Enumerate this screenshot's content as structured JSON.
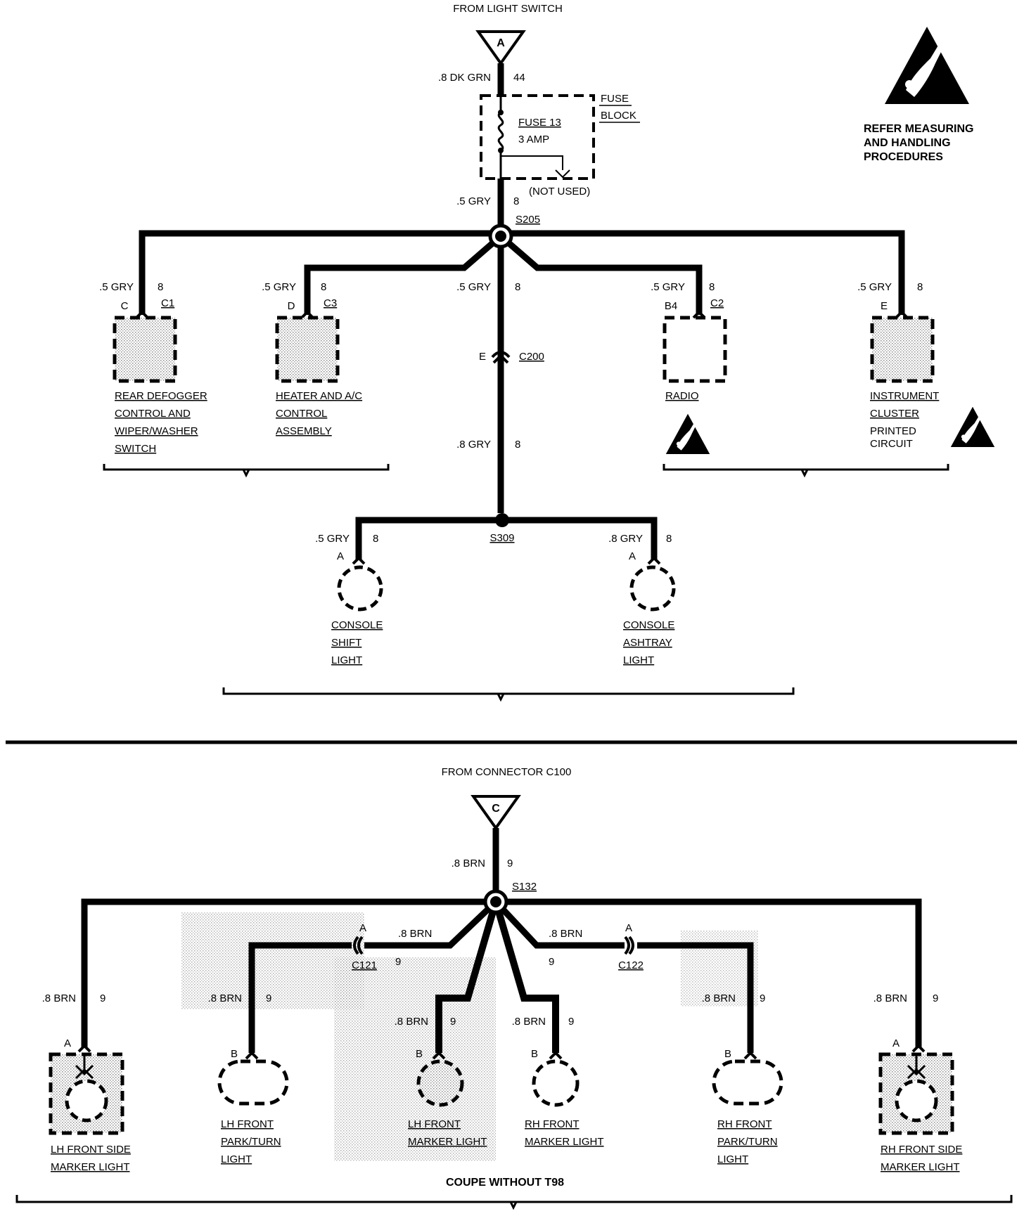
{
  "top": {
    "source_label": "FROM LIGHT SWITCH",
    "connector_letter": "A",
    "feed_wire": ".8 DK GRN",
    "feed_circuit": "44",
    "fuse_block": [
      "FUSE",
      "BLOCK"
    ],
    "fuse_name": "FUSE 13",
    "fuse_rating": "3 AMP",
    "not_used": "(NOT USED)",
    "out_wire": ".5 GRY",
    "out_circuit": "8",
    "splice_main": "S205",
    "esd_note": [
      "REFER MEASURING",
      "AND HANDLING",
      "PROCEDURES"
    ],
    "branches": {
      "rear_defogger": {
        "wire": ".5 GRY",
        "circuit": "8",
        "pin": "C",
        "connector": "C1",
        "name": [
          "REAR DEFOGGER",
          "CONTROL AND",
          "WIPER/WASHER",
          "SWITCH"
        ]
      },
      "heater": {
        "wire": ".5 GRY",
        "circuit": "8",
        "pin": "D",
        "connector": "C3",
        "name": [
          "HEATER AND A/C",
          "CONTROL",
          "ASSEMBLY"
        ]
      },
      "center": {
        "wire": ".5 GRY",
        "circuit": "8",
        "pin": "E",
        "connector": "C200",
        "wire2": ".8 GRY",
        "circuit2": "8"
      },
      "radio": {
        "wire": ".5 GRY",
        "circuit": "8",
        "pin": "B4",
        "connector": "C2",
        "name": [
          "RADIO"
        ]
      },
      "cluster": {
        "wire": ".5 GRY",
        "circuit": "8",
        "pin": "E",
        "name": [
          "INSTRUMENT",
          "CLUSTER",
          "PRINTED",
          "CIRCUIT"
        ]
      }
    },
    "splice_lower": "S309",
    "console_shift": {
      "wire": ".5 GRY",
      "circuit": "8",
      "pin": "A",
      "name": [
        "CONSOLE",
        "SHIFT",
        "LIGHT"
      ]
    },
    "console_ashtray": {
      "wire": ".8 GRY",
      "circuit": "8",
      "pin": "A",
      "name": [
        "CONSOLE",
        "ASHTRAY",
        "LIGHT"
      ]
    }
  },
  "bottom": {
    "source_label": "FROM CONNECTOR C100",
    "connector_letter": "C",
    "feed_wire": ".8 BRN",
    "feed_circuit": "9",
    "splice": "S132",
    "c121": {
      "connector": "C121",
      "pin": "A",
      "wire": ".8 BRN",
      "circuit": "9"
    },
    "c122": {
      "connector": "C122",
      "pin": "A",
      "wire": ".8 BRN",
      "circuit": "9"
    },
    "lh_side": {
      "wire": ".8 BRN",
      "circuit": "9",
      "pin": "A",
      "name": [
        "LH FRONT SIDE",
        "MARKER LIGHT"
      ]
    },
    "lh_park": {
      "wire": ".8 BRN",
      "circuit": "9",
      "pin": "B",
      "name": [
        "LH FRONT",
        "PARK/TURN",
        "LIGHT"
      ]
    },
    "lh_marker": {
      "wire": ".8 BRN",
      "circuit": "9",
      "pin": "B",
      "name": [
        "LH FRONT",
        "MARKER LIGHT"
      ]
    },
    "rh_marker": {
      "wire": ".8 BRN",
      "circuit": "9",
      "pin": "B",
      "name": [
        "RH FRONT",
        "MARKER LIGHT"
      ]
    },
    "rh_park": {
      "wire": ".8 BRN",
      "circuit": "9",
      "pin": "B",
      "name": [
        "RH FRONT",
        "PARK/TURN",
        "LIGHT"
      ]
    },
    "rh_side": {
      "wire": ".8 BRN",
      "circuit": "9",
      "pin": "A",
      "name": [
        "RH FRONT SIDE",
        "MARKER LIGHT"
      ]
    },
    "footer": "COUPE WITHOUT T98"
  },
  "colors": {
    "ink": "#000000",
    "stipple": "#bdbdbd",
    "paper": "#ffffff"
  },
  "icons": [
    "esd-warning-icon"
  ]
}
